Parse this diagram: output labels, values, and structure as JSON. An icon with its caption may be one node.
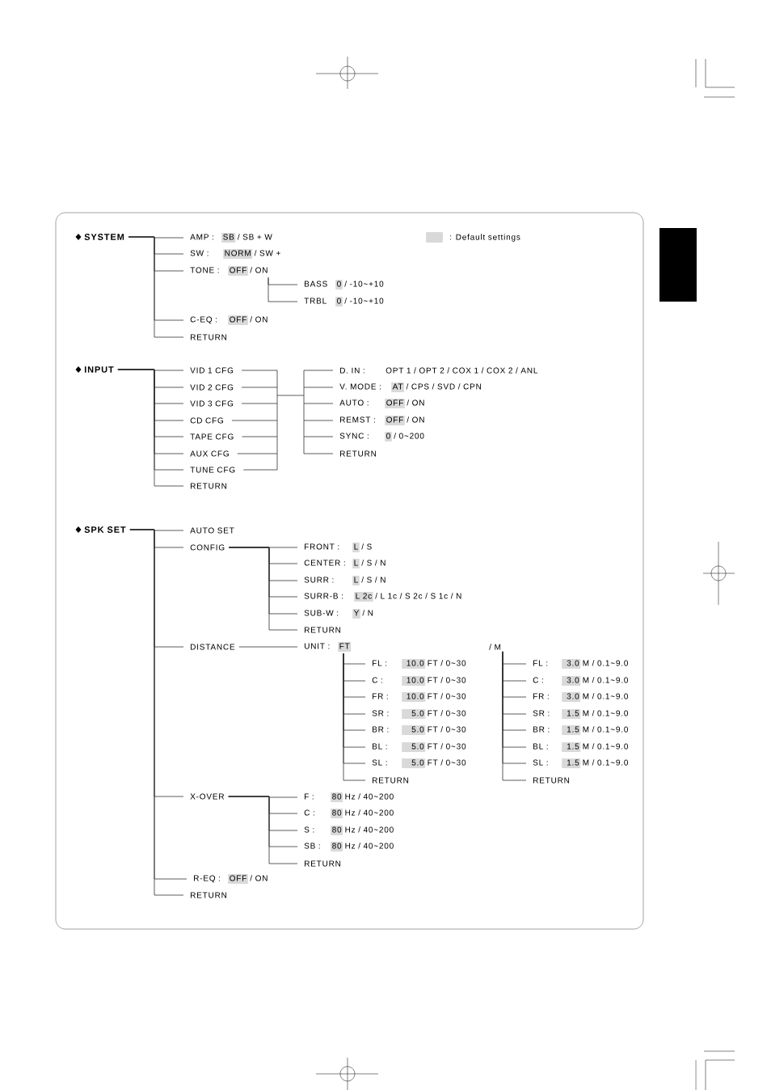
{
  "diagram": {
    "nodes": [
      {
        "text": [
          "SYSTEM"
        ]
      },
      {
        "text": [
          "AMP :",
          "SB",
          "/ SB + W"
        ]
      },
      {
        "text": [
          "SW :",
          "NORM",
          "/ SW +"
        ]
      },
      {
        "text": [
          "TONE :",
          "OFF",
          "/ ON"
        ]
      },
      {
        "text": [
          "BASS",
          "0",
          "/ -10~+10"
        ]
      },
      {
        "text": [
          "TRBL",
          "0",
          "/ -10~+10"
        ]
      },
      {
        "text": [
          "C-EQ :",
          "OFF",
          "/ ON"
        ]
      },
      {
        "text": [
          "RETURN"
        ]
      },
      {
        "text": [
          "INPUT"
        ]
      },
      {
        "text": [
          "VID 1 CFG"
        ]
      },
      {
        "text": [
          "VID 2 CFG"
        ]
      },
      {
        "text": [
          "VID 3 CFG"
        ]
      },
      {
        "text": [
          "CD CFG"
        ]
      },
      {
        "text": [
          "TAPE CFG"
        ]
      },
      {
        "text": [
          "AUX CFG"
        ]
      },
      {
        "text": [
          "TUNE CFG"
        ]
      },
      {
        "text": [
          "RETURN"
        ]
      },
      {
        "text": [
          "D. IN :",
          "OPT 1 / OPT 2 / COX 1 / COX 2 / ANL"
        ]
      },
      {
        "text": [
          "V. MODE :",
          "AT",
          "/ CPS / SVD / CPN"
        ]
      },
      {
        "text": [
          "AUTO :",
          "OFF",
          "/ ON"
        ]
      },
      {
        "text": [
          "REMST :",
          "OFF",
          "/ ON"
        ]
      },
      {
        "text": [
          "SYNC :",
          "0",
          "/ 0~200"
        ]
      },
      {
        "text": [
          "RETURN"
        ]
      },
      {
        "text": [
          "SPK SET"
        ]
      },
      {
        "text": [
          "AUTO SET"
        ]
      },
      {
        "text": [
          "CONFIG"
        ]
      },
      {
        "text": [
          "FRONT :",
          "L",
          "/ S"
        ]
      },
      {
        "text": [
          "CENTER :",
          "L",
          "/ S / N"
        ]
      },
      {
        "text": [
          "SURR :",
          "L",
          "/ S / N"
        ]
      },
      {
        "text": [
          "SURR-B :",
          "L 2c",
          "/ L 1c / S 2c / S 1c / N"
        ]
      },
      {
        "text": [
          "SUB-W :",
          "Y",
          "/ N"
        ]
      },
      {
        "text": [
          "RETURN"
        ]
      },
      {
        "text": [
          "DISTANCE"
        ]
      },
      {
        "text": [
          "UNIT :",
          "FT"
        ]
      },
      {
        "text": [
          "/ M"
        ]
      },
      {
        "text": [
          "FL :",
          "10.0",
          "FT / 0~30"
        ]
      },
      {
        "text": [
          "C :",
          "10.0",
          "FT / 0~30"
        ]
      },
      {
        "text": [
          "FR :",
          "10.0",
          "FT / 0~30"
        ]
      },
      {
        "text": [
          "SR :",
          "5.0",
          "FT / 0~30"
        ]
      },
      {
        "text": [
          "BR :",
          "5.0",
          "FT / 0~30"
        ]
      },
      {
        "text": [
          "BL :",
          "5.0",
          "FT / 0~30"
        ]
      },
      {
        "text": [
          "SL :",
          "5.0",
          "FT / 0~30"
        ]
      },
      {
        "text": [
          "RETURN"
        ]
      },
      {
        "text": [
          "FL :",
          "3.0",
          "M / 0.1~9.0"
        ]
      },
      {
        "text": [
          "C :",
          "3.0",
          "M / 0.1~9.0"
        ]
      },
      {
        "text": [
          "FR :",
          "3.0",
          "M / 0.1~9.0"
        ]
      },
      {
        "text": [
          "SR :",
          "1.5",
          "M / 0.1~9.0"
        ]
      },
      {
        "text": [
          "BR :",
          "1.5",
          "M / 0.1~9.0"
        ]
      },
      {
        "text": [
          "BL :",
          "1.5",
          "M / 0.1~9.0"
        ]
      },
      {
        "text": [
          "SL :",
          "1.5",
          "M / 0.1~9.0"
        ]
      },
      {
        "text": [
          "RETURN"
        ]
      },
      {
        "text": [
          "X-OVER"
        ]
      },
      {
        "text": [
          "F :",
          "80",
          "Hz / 40~200"
        ]
      },
      {
        "text": [
          "C :",
          "80",
          "Hz / 40~200"
        ]
      },
      {
        "text": [
          "S :",
          "80",
          "Hz / 40~200"
        ]
      },
      {
        "text": [
          "SB :",
          "80",
          "Hz / 40~200"
        ]
      },
      {
        "text": [
          "RETURN"
        ]
      },
      {
        "text": [
          "R-EQ :",
          "OFF",
          "/ ON"
        ]
      },
      {
        "text": [
          "RETURN"
        ]
      }
    ],
    "edges": [
      {
        "from": 0,
        "to": 1,
        "arrow": "none"
      },
      {
        "from": 0,
        "to": 2,
        "arrow": "none"
      },
      {
        "from": 0,
        "to": 3,
        "arrow": "none"
      },
      {
        "from": 0,
        "to": 6,
        "arrow": "none"
      },
      {
        "from": 0,
        "to": 7,
        "arrow": "none"
      },
      {
        "from": 3,
        "to": 4,
        "arrow": "none"
      },
      {
        "from": 3,
        "to": 5,
        "arrow": "none"
      },
      {
        "from": 8,
        "to": 9,
        "arrow": "none"
      },
      {
        "from": 8,
        "to": 10,
        "arrow": "none"
      },
      {
        "from": 8,
        "to": 11,
        "arrow": "none"
      },
      {
        "from": 8,
        "to": 12,
        "arrow": "none"
      },
      {
        "from": 8,
        "to": 13,
        "arrow": "none"
      },
      {
        "from": 8,
        "to": 14,
        "arrow": "none"
      },
      {
        "from": 8,
        "to": 15,
        "arrow": "none"
      },
      {
        "from": 8,
        "to": 16,
        "arrow": "none"
      },
      {
        "from": 9,
        "to": 17,
        "arrow": "none"
      },
      {
        "from": 9,
        "to": 18,
        "arrow": "none"
      },
      {
        "from": 9,
        "to": 19,
        "arrow": "none"
      },
      {
        "from": 9,
        "to": 20,
        "arrow": "none"
      },
      {
        "from": 9,
        "to": 21,
        "arrow": "none"
      },
      {
        "from": 9,
        "to": 22,
        "arrow": "none"
      },
      {
        "from": 10,
        "to": 17,
        "arrow": "none"
      },
      {
        "from": 10,
        "to": 18,
        "arrow": "none"
      },
      {
        "from": 10,
        "to": 19,
        "arrow": "none"
      },
      {
        "from": 10,
        "to": 20,
        "arrow": "none"
      },
      {
        "from": 10,
        "to": 21,
        "arrow": "none"
      },
      {
        "from": 10,
        "to": 22,
        "arrow": "none"
      },
      {
        "from": 11,
        "to": 17,
        "arrow": "none"
      },
      {
        "from": 11,
        "to": 18,
        "arrow": "none"
      },
      {
        "from": 11,
        "to": 19,
        "arrow": "none"
      },
      {
        "from": 11,
        "to": 20,
        "arrow": "none"
      },
      {
        "from": 11,
        "to": 21,
        "arrow": "none"
      },
      {
        "from": 11,
        "to": 22,
        "arrow": "none"
      },
      {
        "from": 12,
        "to": 17,
        "arrow": "none"
      },
      {
        "from": 12,
        "to": 18,
        "arrow": "none"
      },
      {
        "from": 12,
        "to": 19,
        "arrow": "none"
      },
      {
        "from": 12,
        "to": 20,
        "arrow": "none"
      },
      {
        "from": 12,
        "to": 21,
        "arrow": "none"
      },
      {
        "from": 12,
        "to": 22,
        "arrow": "none"
      },
      {
        "from": 13,
        "to": 17,
        "arrow": "none"
      },
      {
        "from": 13,
        "to": 18,
        "arrow": "none"
      },
      {
        "from": 13,
        "to": 19,
        "arrow": "none"
      },
      {
        "from": 13,
        "to": 20,
        "arrow": "none"
      },
      {
        "from": 13,
        "to": 21,
        "arrow": "none"
      },
      {
        "from": 13,
        "to": 22,
        "arrow": "none"
      },
      {
        "from": 14,
        "to": 17,
        "arrow": "none"
      },
      {
        "from": 14,
        "to": 18,
        "arrow": "none"
      },
      {
        "from": 14,
        "to": 19,
        "arrow": "none"
      },
      {
        "from": 14,
        "to": 20,
        "arrow": "none"
      },
      {
        "from": 14,
        "to": 21,
        "arrow": "none"
      },
      {
        "from": 14,
        "to": 22,
        "arrow": "none"
      },
      {
        "from": 15,
        "to": 17,
        "arrow": "none"
      },
      {
        "from": 15,
        "to": 18,
        "arrow": "none"
      },
      {
        "from": 15,
        "to": 19,
        "arrow": "none"
      },
      {
        "from": 15,
        "to": 20,
        "arrow": "none"
      },
      {
        "from": 15,
        "to": 21,
        "arrow": "none"
      },
      {
        "from": 15,
        "to": 22,
        "arrow": "none"
      },
      {
        "from": 23,
        "to": 24,
        "arrow": "none"
      },
      {
        "from": 23,
        "to": 25,
        "arrow": "none"
      },
      {
        "from": 23,
        "to": 32,
        "arrow": "none"
      },
      {
        "from": 23,
        "to": 51,
        "arrow": "none"
      },
      {
        "from": 23,
        "to": 57,
        "arrow": "none"
      },
      {
        "from": 23,
        "to": 58,
        "arrow": "none"
      },
      {
        "from": 25,
        "to": 26,
        "arrow": "none"
      },
      {
        "from": 25,
        "to": 27,
        "arrow": "none"
      },
      {
        "from": 25,
        "to": 28,
        "arrow": "none"
      },
      {
        "from": 25,
        "to": 29,
        "arrow": "none"
      },
      {
        "from": 25,
        "to": 30,
        "arrow": "none"
      },
      {
        "from": 25,
        "to": 31,
        "arrow": "none"
      },
      {
        "from": 32,
        "to": 33,
        "arrow": "none"
      },
      {
        "from": 33,
        "to": 35,
        "arrow": "none"
      },
      {
        "from": 33,
        "to": 36,
        "arrow": "none"
      },
      {
        "from": 33,
        "to": 37,
        "arrow": "none"
      },
      {
        "from": 33,
        "to": 38,
        "arrow": "none"
      },
      {
        "from": 33,
        "to": 39,
        "arrow": "none"
      },
      {
        "from": 33,
        "to": 40,
        "arrow": "none"
      },
      {
        "from": 33,
        "to": 41,
        "arrow": "none"
      },
      {
        "from": 33,
        "to": 42,
        "arrow": "none"
      },
      {
        "from": 34,
        "to": 43,
        "arrow": "none"
      },
      {
        "from": 34,
        "to": 44,
        "arrow": "none"
      },
      {
        "from": 34,
        "to": 45,
        "arrow": "none"
      },
      {
        "from": 34,
        "to": 46,
        "arrow": "none"
      },
      {
        "from": 34,
        "to": 47,
        "arrow": "none"
      },
      {
        "from": 34,
        "to": 48,
        "arrow": "none"
      },
      {
        "from": 34,
        "to": 49,
        "arrow": "none"
      },
      {
        "from": 34,
        "to": 50,
        "arrow": "none"
      },
      {
        "from": 51,
        "to": 52,
        "arrow": "none"
      },
      {
        "from": 51,
        "to": 53,
        "arrow": "none"
      },
      {
        "from": 51,
        "to": 54,
        "arrow": "none"
      },
      {
        "from": 51,
        "to": 55,
        "arrow": "none"
      },
      {
        "from": 51,
        "to": 56,
        "arrow": "none"
      }
    ],
    "legend": [
      {
        "text": ": Default settings",
        "color": "#d9d9d9"
      }
    ]
  }
}
